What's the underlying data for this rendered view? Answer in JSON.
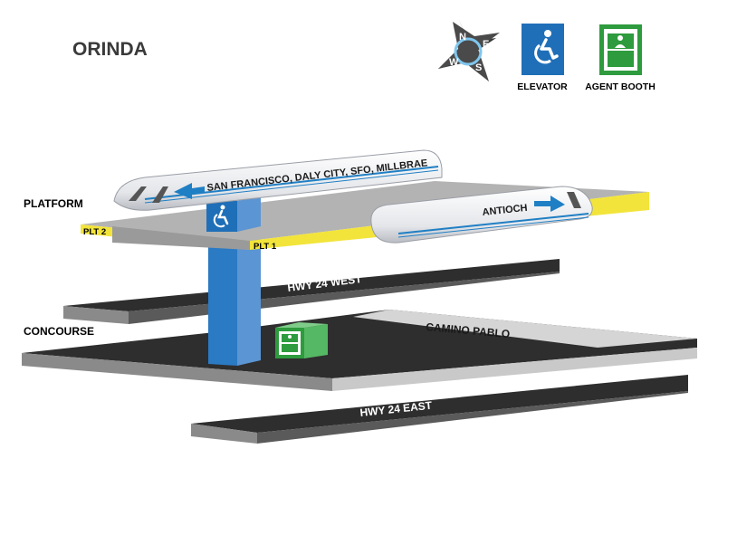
{
  "station": {
    "name": "ORINDA"
  },
  "compass": {
    "north": "N",
    "east": "E",
    "south": "S",
    "west": "W"
  },
  "legend": {
    "elevator": "ELEVATOR",
    "agent_booth": "AGENT BOOTH"
  },
  "levels": {
    "platform": "PLATFORM",
    "concourse": "CONCOURSE"
  },
  "platforms": {
    "plt2": "PLT 2",
    "plt1": "PLT 1"
  },
  "trains": {
    "westbound": "SAN FRANCISCO, DALY CITY, SFO, MILLBRAE",
    "eastbound": "ANTIOCH"
  },
  "roads": {
    "hwy_west": "HWY 24 WEST",
    "camino": "CAMINO PABLO",
    "hwy_east": "HWY 24 EAST"
  },
  "colors": {
    "elevator_blue": "#1f6fb8",
    "booth_green": "#2e9b3e",
    "platform_yellow": "#f2e43a",
    "arrow_blue": "#1f7fc4"
  },
  "icons": {
    "compass": "compass-rose-icon",
    "elevator": "wheelchair-icon",
    "agent_booth": "agent-booth-icon"
  }
}
